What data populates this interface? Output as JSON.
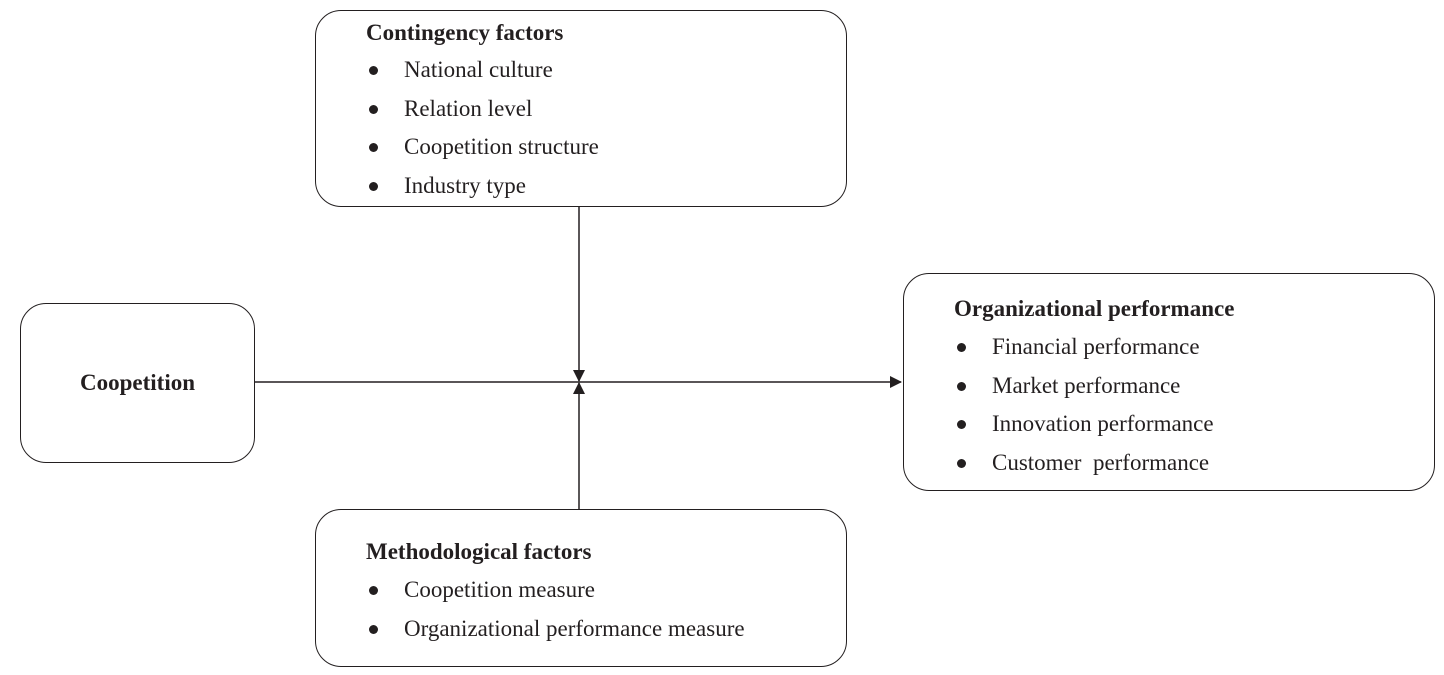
{
  "contingency": {
    "title": "Contingency factors",
    "items": [
      "National culture",
      "Relation level",
      "Coopetition structure",
      "Industry type"
    ]
  },
  "coopetition": {
    "title": "Coopetition"
  },
  "organizational": {
    "title": "Organizational performance",
    "items": [
      "Financial performance",
      "Market performance",
      "Innovation performance",
      "Customer  performance"
    ]
  },
  "methodological": {
    "title": "Methodological factors",
    "items": [
      "Coopetition measure",
      "Organizational performance measure"
    ]
  },
  "colors": {
    "stroke": "#231f20"
  }
}
